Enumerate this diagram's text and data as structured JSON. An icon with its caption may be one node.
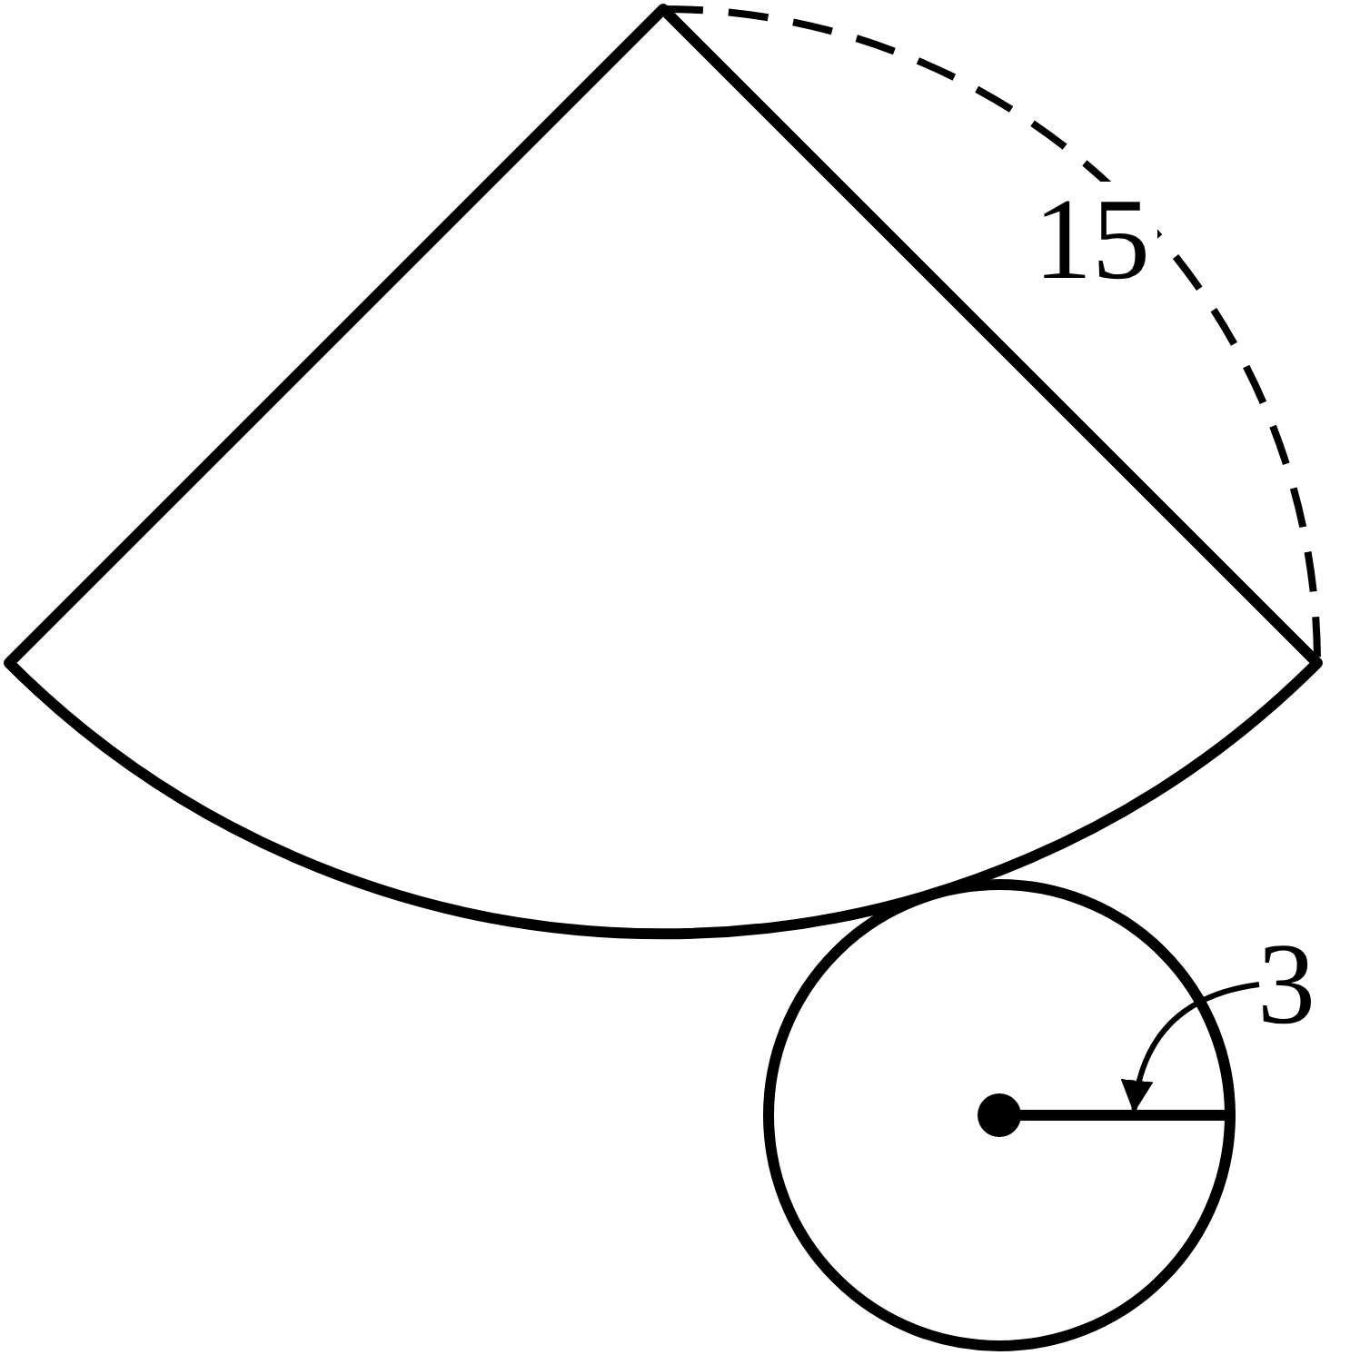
{
  "diagram": {
    "nodes": [
      {
        "text": [
          "3"
        ]
      },
      {
        "text": [],
        "shape": "line"
      }
    ],
    "edges": [
      {
        "from": 0,
        "to": 1,
        "arrow": "to"
      }
    ],
    "labels": [
      "15"
    ]
  }
}
